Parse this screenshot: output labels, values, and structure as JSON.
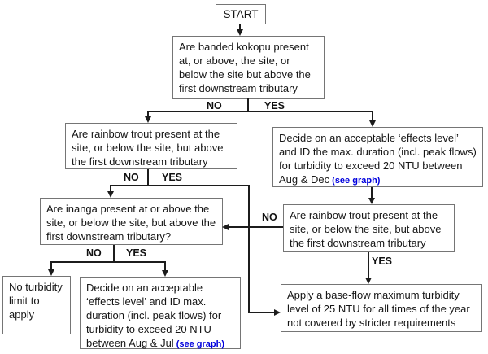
{
  "colors": {
    "background": "#ffffff",
    "box_border": "#757575",
    "connector": "#1c1c1c",
    "text": "#161616",
    "link_blue": "#0000dd"
  },
  "edge_labels": {
    "no": "NO",
    "yes": "YES"
  },
  "nodes": {
    "start": {
      "label": "START"
    },
    "banded_kokopu_q": {
      "text": "Are banded kokopu present at, or above, the site, or below the site but above the first downstream tributary"
    },
    "rainbow_trout_q1": {
      "text": "Are rainbow trout present at the site, or below the site, but above the first downstream tributary"
    },
    "decide_aug_dec": {
      "text": "Decide on an acceptable ‘effects level’ and ID the max. duration (incl. peak flows) for turbidity to exceed 20 NTU between Aug & Dec",
      "link_label": "(see graph)"
    },
    "inanga_q": {
      "text": "Are inanga present at or above the site, or below the site, but above the first downstream tributary?"
    },
    "rainbow_trout_q2": {
      "text": "Are rainbow trout present at the site, or below the site, but above the first downstream tributary"
    },
    "no_limit": {
      "text": "No turbidity limit to apply"
    },
    "decide_aug_jul": {
      "text": "Decide on an acceptable ‘effects level’ and ID max. duration (incl. peak flows) for turbidity to exceed 20 NTU between Aug & Jul",
      "link_label": "(see graph)"
    },
    "apply_baseflow": {
      "text": "Apply a base-flow maximum turbidity level of 25 NTU for all times of the year not covered by stricter requirements"
    }
  }
}
